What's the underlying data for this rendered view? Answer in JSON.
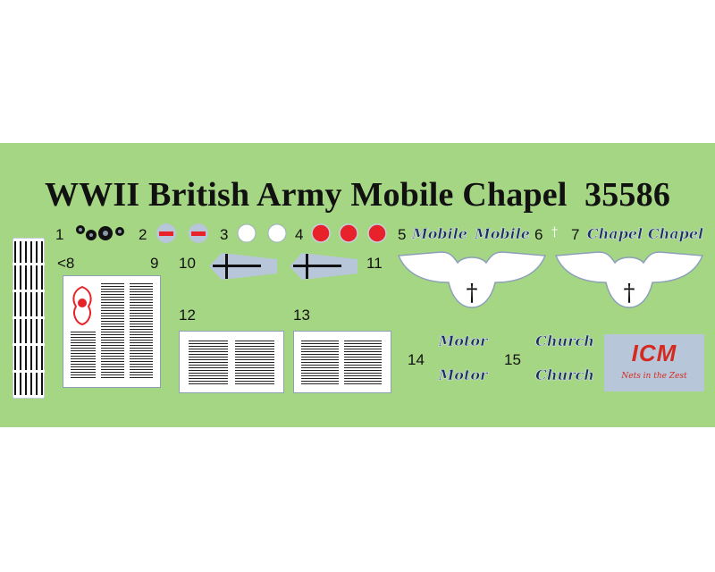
{
  "title": "WWII British Army Mobile Chapel  35586",
  "numbers": {
    "n1": "1",
    "n2": "2",
    "n3": "3",
    "n4": "4",
    "n5": "5",
    "n6": "6",
    "n7": "7",
    "n8": "<8",
    "n9": "9",
    "n10": "10",
    "n11": "11",
    "n12": "12",
    "n13": "13",
    "n14": "14",
    "n15": "15"
  },
  "decals": {
    "mobile": "Mobile",
    "chapel": "Chapel",
    "motor": "Motor",
    "church": "Church",
    "cross": "†"
  },
  "logo": {
    "text": "ICM",
    "tagline": "Nets in the Zest"
  },
  "colors": {
    "sheet": "#a5d683",
    "decal_blue": "#b7c6d8",
    "red": "#e8222a",
    "navy": "#1b2f5a"
  }
}
